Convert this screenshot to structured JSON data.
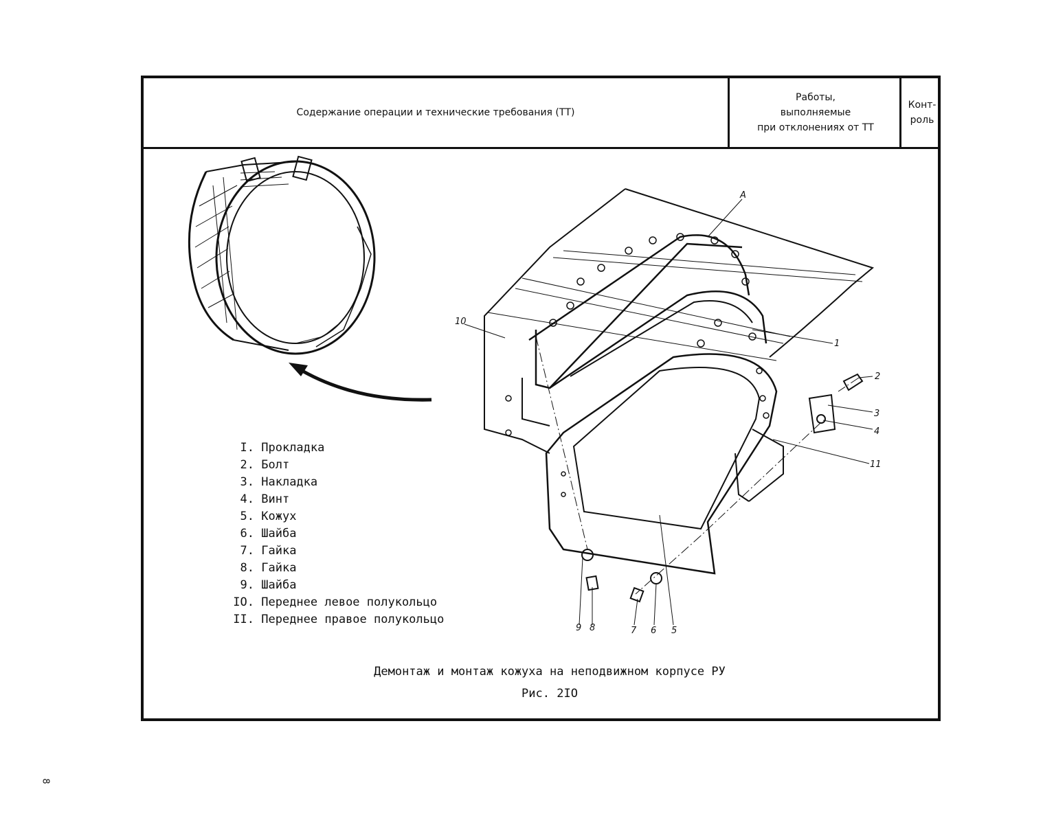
{
  "header": {
    "col_content": "Содержание операции и технические требования (ТТ)",
    "col_deviations": [
      "Работы,",
      "выполняемые",
      "при отклонениях от ТТ"
    ],
    "col_control": [
      "Конт-",
      "роль"
    ]
  },
  "legend": [
    {
      "num": "I.",
      "label": "Прокладка"
    },
    {
      "num": "2.",
      "label": "Болт"
    },
    {
      "num": "3.",
      "label": "Накладка"
    },
    {
      "num": "4.",
      "label": "Винт"
    },
    {
      "num": "5.",
      "label": "Кожух"
    },
    {
      "num": "6.",
      "label": "Шайба"
    },
    {
      "num": "7.",
      "label": "Гайка"
    },
    {
      "num": "8.",
      "label": "Гайка"
    },
    {
      "num": "9.",
      "label": "Шайба"
    },
    {
      "num": "IO.",
      "label": "Переднее левое полукольцо"
    },
    {
      "num": "II.",
      "label": "Переднее правое полукольцо"
    }
  ],
  "callouts": [
    "A",
    "1",
    "2",
    "3",
    "4",
    "5",
    "6",
    "7",
    "8",
    "9",
    "10",
    "11"
  ],
  "caption": {
    "title": "Демонтаж и монтаж кожуха на неподвижном корпусе РУ",
    "figure": "Рис. 2IO"
  },
  "page_number": "8"
}
